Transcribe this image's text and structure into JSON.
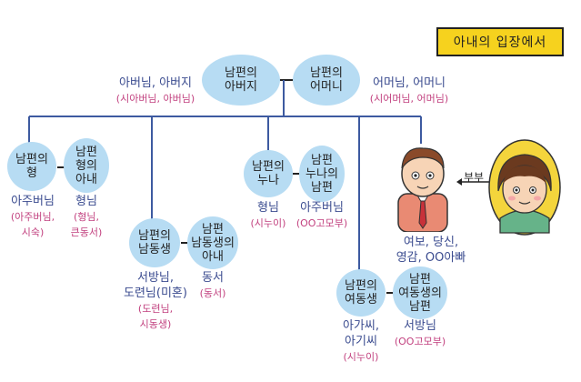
{
  "title": "아내의 입장에서",
  "colors": {
    "node": "#b7dcf3",
    "title_text": "#3a4b8f",
    "sub_text": "#c2417f",
    "line": "#3d5aa0",
    "badge": "#f6d21e"
  },
  "couple_label": "부부",
  "nodes": {
    "father_in_law": "남편의\n아버지",
    "mother_in_law": "남편의\n어머니",
    "older_brother": "남편의\n형",
    "older_brother_wife": "남편\n형의\n아내",
    "younger_brother": "남편의\n남동생",
    "younger_brother_wife": "남편\n남동생의\n아내",
    "older_sister": "남편의\n누나",
    "older_sister_husband": "남편\n누나의\n남편",
    "younger_sister": "남편의\n여동생",
    "younger_sister_husband": "남편\n여동생의\n남편"
  },
  "labels": {
    "father_in_law": {
      "title": "아버님, 아버지",
      "sub": "(시아버님, 아버님)"
    },
    "mother_in_law": {
      "title": "어머님, 어머니",
      "sub": "(시어머님, 어머님)"
    },
    "older_brother": {
      "title": "아주버님",
      "sub": "(아주버님,\n시숙)"
    },
    "older_brother_wife": {
      "title": "형님",
      "sub": "(형님,\n큰동서)"
    },
    "younger_brother": {
      "title": "서방님,\n도련님(미혼)",
      "sub": "(도련님,\n시동생)"
    },
    "younger_brother_wife": {
      "title": "동서",
      "sub": "(동서)"
    },
    "older_sister": {
      "title": "형님",
      "sub": "(시누이)"
    },
    "older_sister_husband": {
      "title": "아주버님",
      "sub": "(OO고모부)"
    },
    "younger_sister": {
      "title": "아가씨,\n아기씨",
      "sub": "(시누이)"
    },
    "younger_sister_husband": {
      "title": "서방님",
      "sub": "(OO고모부)"
    },
    "husband": {
      "title": "여보, 당신,\n영감, OO아빠",
      "sub": ""
    }
  }
}
